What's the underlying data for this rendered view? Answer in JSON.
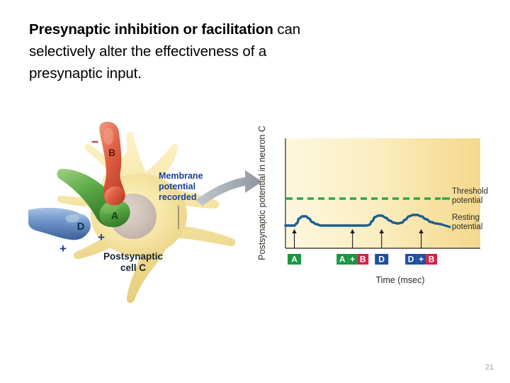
{
  "slide": {
    "title_bold": "Presynaptic inhibition or facilitation",
    "title_rest": " can selectively alter the effectiveness of a presynaptic input.",
    "page_number": "21"
  },
  "diagram": {
    "cell_label_line1": "Postsynaptic",
    "cell_label_line2": "cell C",
    "recording_label_line1": "Membrane",
    "recording_label_line2": "potential",
    "recording_label_line3": "recorded",
    "terminal_a": "A",
    "terminal_b": "B",
    "terminal_d": "D",
    "sign_a": "+",
    "sign_b": "−",
    "sign_d": "+",
    "colors": {
      "soma": "#f2de9a",
      "soma_light": "#faf0c8",
      "nucleus": "#cfc1b8",
      "terminal_a_green": "#4a9b3f",
      "terminal_b_red": "#d9513a",
      "terminal_d_blue": "#5a83bd",
      "label_navy": "#1c3f94",
      "arrow_grey": "#a8adb5"
    }
  },
  "chart_data": {
    "type": "line",
    "title": "",
    "xlabel": "Time (msec)",
    "ylabel": "Postsynaptic potential in neuron C",
    "grid": false,
    "legend_position": "right",
    "series": [
      {
        "name": "Postsynaptic membrane potential",
        "color": "#1b5e8c",
        "points": [
          [
            0,
            0
          ],
          [
            7,
            0
          ],
          [
            11,
            0
          ],
          [
            14,
            3
          ],
          [
            17,
            10
          ],
          [
            21,
            13
          ],
          [
            25,
            13
          ],
          [
            29,
            10
          ],
          [
            33,
            5
          ],
          [
            38,
            2
          ],
          [
            44,
            0
          ],
          [
            52,
            0
          ],
          [
            62,
            0
          ],
          [
            72,
            0
          ],
          [
            82,
            0
          ],
          [
            92,
            0
          ],
          [
            100,
            0
          ],
          [
            104,
            1
          ],
          [
            107,
            6
          ],
          [
            111,
            12
          ],
          [
            115,
            14
          ],
          [
            119,
            14
          ],
          [
            124,
            11
          ],
          [
            129,
            7
          ],
          [
            134,
            4
          ],
          [
            139,
            3
          ],
          [
            144,
            4
          ],
          [
            148,
            8
          ],
          [
            153,
            13
          ],
          [
            158,
            15
          ],
          [
            163,
            15
          ],
          [
            168,
            13
          ],
          [
            174,
            9
          ],
          [
            180,
            5
          ],
          [
            186,
            3
          ],
          [
            192,
            2
          ]
        ]
      }
    ],
    "threshold_line": {
      "label_line1": "Threshold",
      "label_line2": "potential",
      "value": 38,
      "color": "#2aa84a",
      "style": "dashed"
    },
    "resting_line": {
      "label_line1": "Resting",
      "label_line2": "potential",
      "value": 0,
      "color": "#1b5e8c"
    },
    "stimuli": [
      {
        "x": 11,
        "parts": [
          {
            "text": "A",
            "color": "#1a9641"
          }
        ]
      },
      {
        "x": 83,
        "parts": [
          {
            "text": "A",
            "color": "#1a9641"
          },
          {
            "text": "+",
            "color": "#1a9641"
          },
          {
            "text": "B",
            "color": "#d6204a"
          }
        ]
      },
      {
        "x": 119,
        "parts": [
          {
            "text": "D",
            "color": "#1f4fa0"
          }
        ]
      },
      {
        "x": 168,
        "parts": [
          {
            "text": "D",
            "color": "#1f4fa0"
          },
          {
            "text": "+",
            "color": "#1f4fa0"
          },
          {
            "text": "B",
            "color": "#d6204a"
          }
        ]
      }
    ],
    "plot_background_left": "#fdf6db",
    "plot_background_right": "#f5d98e",
    "axis_color": "#3a3a2a"
  }
}
